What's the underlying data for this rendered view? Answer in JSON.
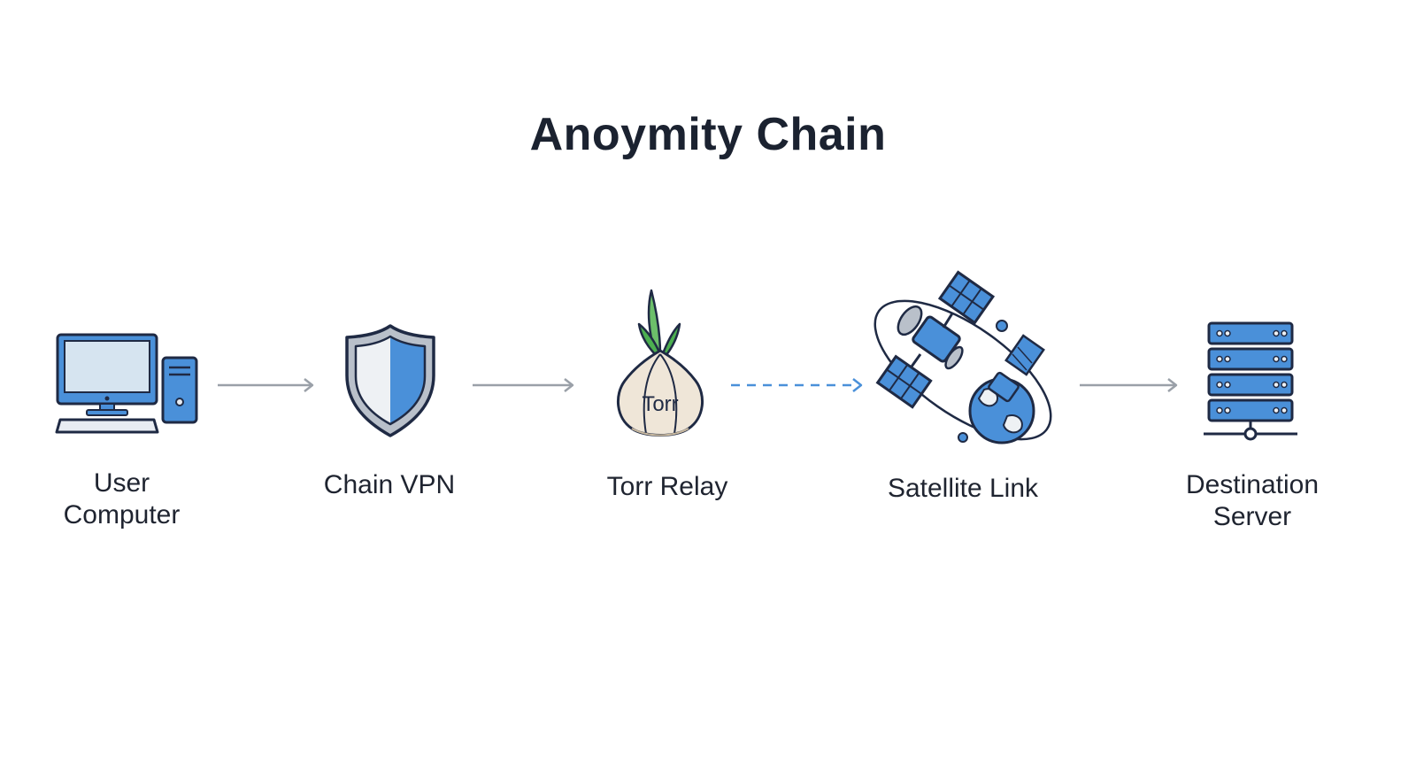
{
  "diagram": {
    "title": "Anoymity Chain",
    "nodes": [
      {
        "id": "user-computer",
        "icon": "desktop-computer-icon",
        "label_line1": "User",
        "label_line2": "Computer"
      },
      {
        "id": "chain-vpn",
        "icon": "shield-icon",
        "label_line1": "Chain VPN"
      },
      {
        "id": "torr-relay",
        "icon": "onion-icon",
        "icon_text": "Torr",
        "label_line1": "Torr Relay"
      },
      {
        "id": "satellite-link",
        "icon": "satellite-icon",
        "label_line1": "Satellite Link"
      },
      {
        "id": "destination-server",
        "icon": "server-rack-icon",
        "label_line1": "Destination",
        "label_line2": "Server"
      }
    ],
    "edges": [
      {
        "from": "user-computer",
        "to": "chain-vpn",
        "style": "solid"
      },
      {
        "from": "chain-vpn",
        "to": "torr-relay",
        "style": "solid"
      },
      {
        "from": "torr-relay",
        "to": "satellite-link",
        "style": "dashed"
      },
      {
        "from": "satellite-link",
        "to": "destination-server",
        "style": "solid"
      }
    ],
    "colors": {
      "accent_blue": "#4a90d9",
      "outline": "#1f2a44",
      "arrow_gray": "#9aa0a8",
      "dashed_arrow": "#4a90d9",
      "onion_fill": "#efe6d8",
      "onion_leaves": "#4caf50"
    }
  }
}
